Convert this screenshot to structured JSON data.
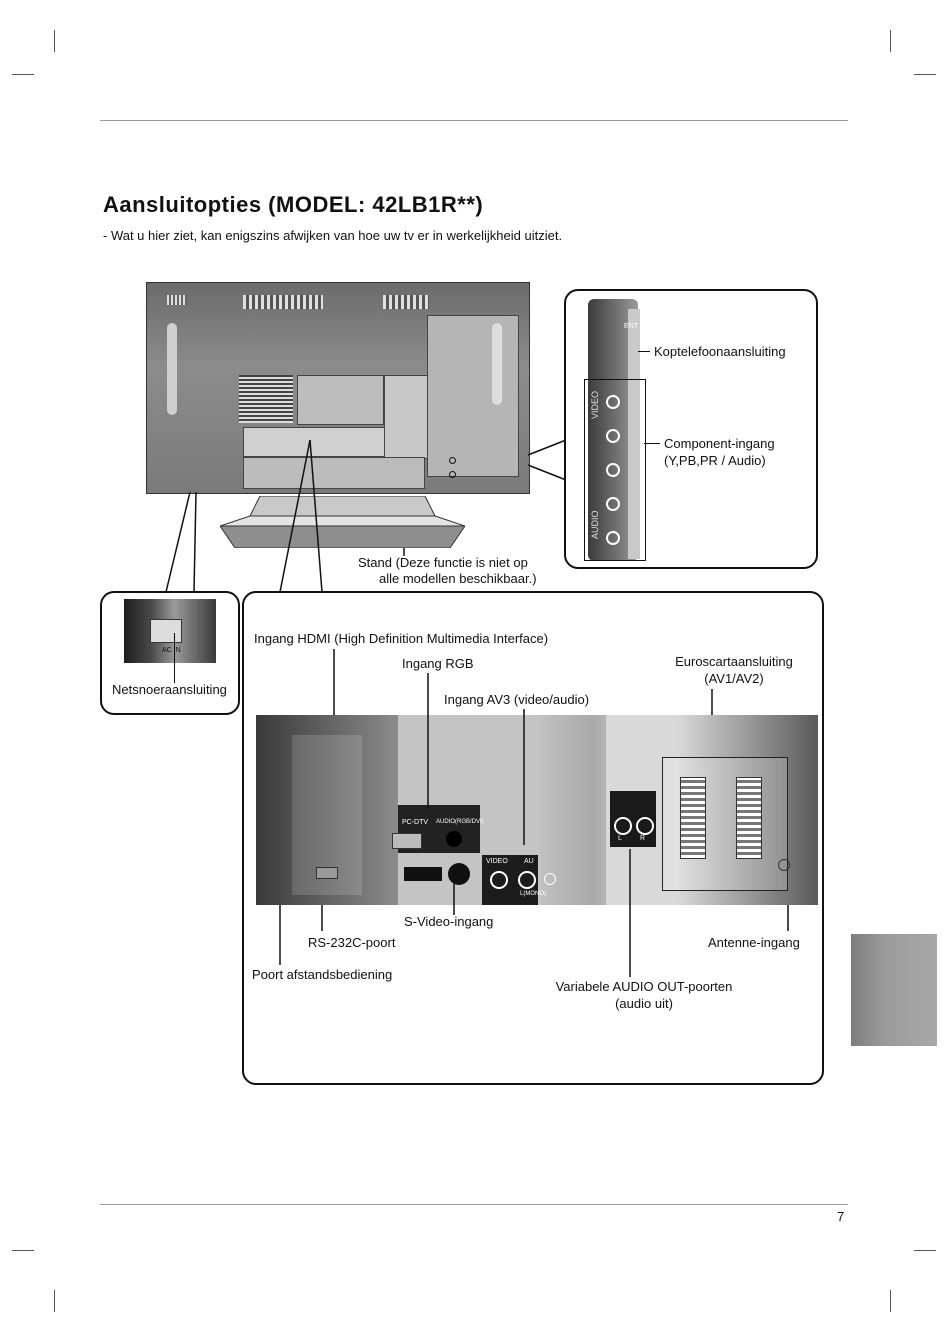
{
  "page": {
    "title": "Aansluitopties (MODEL: 42LB1R**)",
    "subtitle": "- Wat u hier ziet, kan enigszins afwijken van hoe uw tv er in werkelijkheid uitziet.",
    "page_number": "7"
  },
  "labels": {
    "headphone": "Koptelefoonaansluiting",
    "component_l1": "Component-ingang",
    "component_l2": "(Y,PB,PR / Audio)",
    "stand_l1": "Stand (Deze functie is niet op",
    "stand_l2": "alle modellen beschikbaar.)",
    "power": "Netsnoeraansluiting",
    "hdmi": "Ingang HDMI (High Definition Multimedia Interface)",
    "rgb": "Ingang RGB",
    "euroscart_l1": "Euroscartaansluiting",
    "euroscart_l2": "(AV1/AV2)",
    "av3": "Ingang AV3 (video/audio)",
    "svideo": "S-Video-ingang",
    "rs232": "RS-232C-poort",
    "antenna": "Antenne-ingang",
    "remote": "Poort afstandsbediening",
    "audio_out_l1": "Variabele AUDIO OUT-poorten",
    "audio_out_l2": "(audio uit)"
  },
  "panel_text": {
    "video": "VIDEO",
    "audio": "AUDIO",
    "component_tag": "ENT",
    "ac_in": "AC IN",
    "pc_dtv": "PC-DTV",
    "audio_rgb_dvi": "AUDIO(RGB/DVI)",
    "video_small": "VIDEO",
    "au": "AU",
    "mono": "L(MONO)",
    "l": "L",
    "r": "R"
  }
}
